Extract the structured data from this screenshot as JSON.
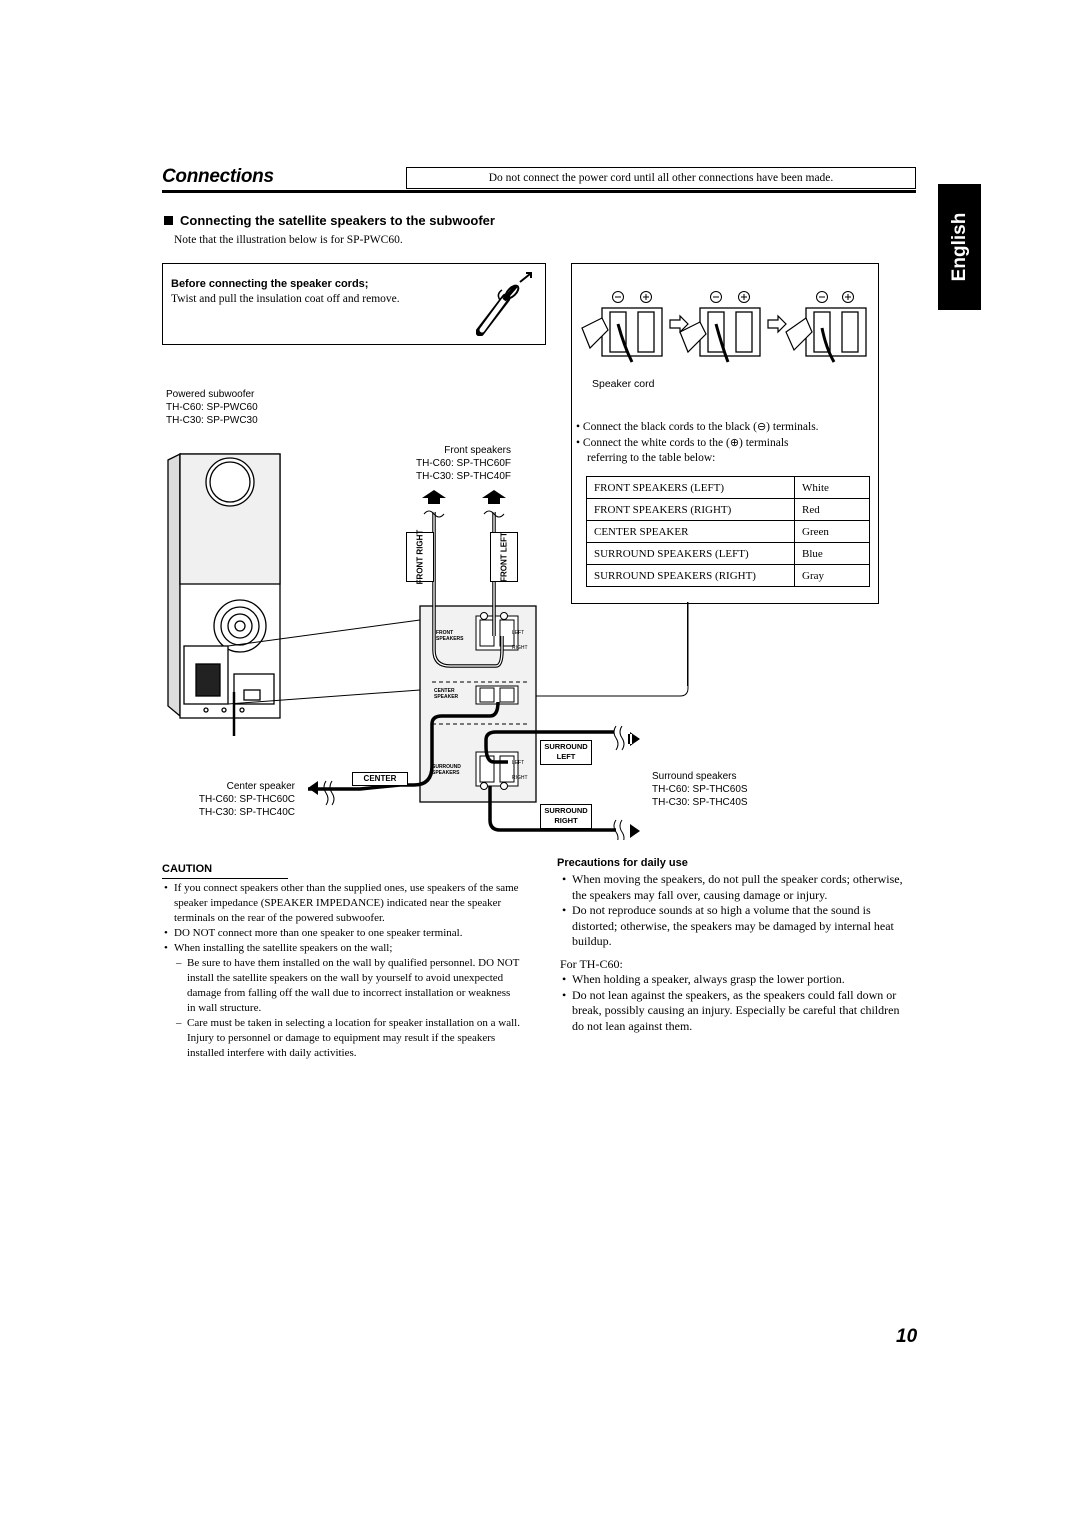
{
  "header": {
    "title": "Connections",
    "notice": "Do not connect the power cord until all other connections have been made.",
    "language_tab": "English"
  },
  "section": {
    "heading": "Connecting the satellite speakers to the subwoofer",
    "note": "Note that the illustration below is for SP-PWC60."
  },
  "prep": {
    "title": "Before connecting the speaker cords;",
    "text": "Twist and pull the insulation coat off and remove."
  },
  "terminals": {
    "speaker_cord": "Speaker cord",
    "bullet1_pre": "Connect the black cords to the black (",
    "bullet1_post": ") terminals.",
    "bullet2_pre": "Connect the white cords to the (",
    "bullet2_post": ") terminals",
    "bullet2_cont": "referring to the table below:",
    "table": [
      {
        "speaker": "FRONT SPEAKERS (LEFT)",
        "color": "White"
      },
      {
        "speaker": "FRONT SPEAKERS (RIGHT)",
        "color": "Red"
      },
      {
        "speaker": "CENTER SPEAKER",
        "color": "Green"
      },
      {
        "speaker": "SURROUND SPEAKERS (LEFT)",
        "color": "Blue"
      },
      {
        "speaker": "SURROUND SPEAKERS (RIGHT)",
        "color": "Gray"
      }
    ]
  },
  "diagram": {
    "subwoofer": {
      "l1": "Powered subwoofer",
      "l2": "TH-C60: SP-PWC60",
      "l3": "TH-C30: SP-PWC30"
    },
    "front": {
      "l1": "Front speakers",
      "l2": "TH-C60: SP-THC60F",
      "l3": "TH-C30: SP-THC40F"
    },
    "center": {
      "l1": "Center speaker",
      "l2": "TH-C60: SP-THC60C",
      "l3": "TH-C30: SP-THC40C"
    },
    "surround": {
      "l1": "Surround speakers",
      "l2": "TH-C60: SP-THC60S",
      "l3": "TH-C30: SP-THC40S"
    },
    "tag_front_right": "FRONT RIGHT",
    "tag_front_left": "FRONT LEFT",
    "tag_center": "CENTER",
    "tag_surround_left_1": "SURROUND",
    "tag_surround_left_2": "LEFT",
    "tag_surround_right_1": "SURROUND",
    "tag_surround_right_2": "RIGHT",
    "panel_front_1": "FRONT",
    "panel_front_2": "SPEAKERS",
    "panel_center_1": "CENTER",
    "panel_center_2": "SPEAKER",
    "panel_surround_1": "SURROUND",
    "panel_surround_2": "SPEAKERS",
    "panel_left": "LEFT",
    "panel_right": "RIGHT"
  },
  "caution": {
    "title": "CAUTION",
    "b1": "If you connect speakers other than the supplied ones, use speakers of the same speaker impedance (SPEAKER IMPEDANCE) indicated near the speaker terminals on the rear of the powered subwoofer.",
    "b2": "DO NOT connect more than one speaker to one speaker terminal.",
    "b3": "When installing the satellite speakers on the wall;",
    "d1": "Be sure to have them installed on the wall by qualified personnel. DO NOT install the satellite speakers on the wall by yourself to avoid unexpected damage from falling off the wall due to incorrect installation or weakness in wall structure.",
    "d2": "Care must be taken in selecting a location for speaker installation on a wall. Injury to personnel or damage to equipment may result if the speakers installed interfere with daily activities."
  },
  "precautions": {
    "title": "Precautions for daily use",
    "b1": "When moving the speakers, do not pull the speaker cords; otherwise, the speakers may fall over, causing damage or injury.",
    "b2": "Do not reproduce sounds at so high a volume that the sound is distorted; otherwise, the speakers may be damaged by internal heat buildup.",
    "for_model": "For TH-C60:",
    "b3": "When holding a speaker, always grasp the lower portion.",
    "b4": "Do not lean against the speakers, as the speakers could fall down or break, possibly causing an injury. Especially be careful that children do not lean against them."
  },
  "page_number": "10"
}
